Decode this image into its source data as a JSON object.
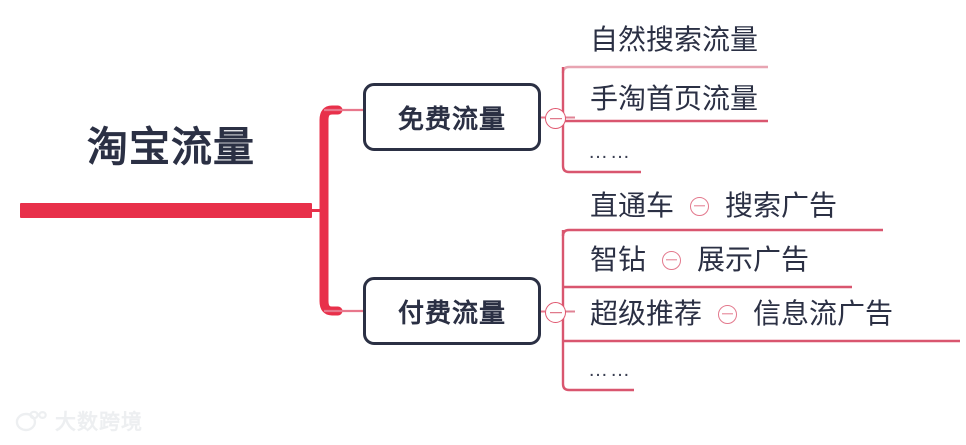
{
  "diagram": {
    "type": "mind-map",
    "root": {
      "label": "淘宝流量"
    },
    "branches": [
      {
        "label": "免费流量",
        "toggle_icon": "collapse-minus-icon",
        "children": [
          {
            "label": "自然搜索流量",
            "child": null,
            "ellipsis": false
          },
          {
            "label": "手淘首页流量",
            "child": null,
            "ellipsis": false
          },
          {
            "label": "……",
            "child": null,
            "ellipsis": true
          }
        ]
      },
      {
        "label": "付费流量",
        "toggle_icon": "collapse-minus-icon",
        "children": [
          {
            "label": "直通车",
            "child": "搜索广告",
            "ellipsis": false
          },
          {
            "label": "智钻",
            "child": "展示广告",
            "ellipsis": false
          },
          {
            "label": "超级推荐",
            "child": "信息流广告",
            "ellipsis": false
          },
          {
            "label": "……",
            "child": null,
            "ellipsis": true
          }
        ]
      }
    ]
  },
  "colors": {
    "root_bar": "#e8304a",
    "branch_connector": "#e8304a",
    "leaf_connector": "#e08395",
    "node_border": "#2b3044",
    "text": "#2b3044",
    "toggle_outline": "#e0576f",
    "watermark": "#eceef0",
    "background": "#ffffff"
  },
  "watermark": {
    "text": "大数跨境",
    "logo_icon": "paw-logo-icon"
  }
}
